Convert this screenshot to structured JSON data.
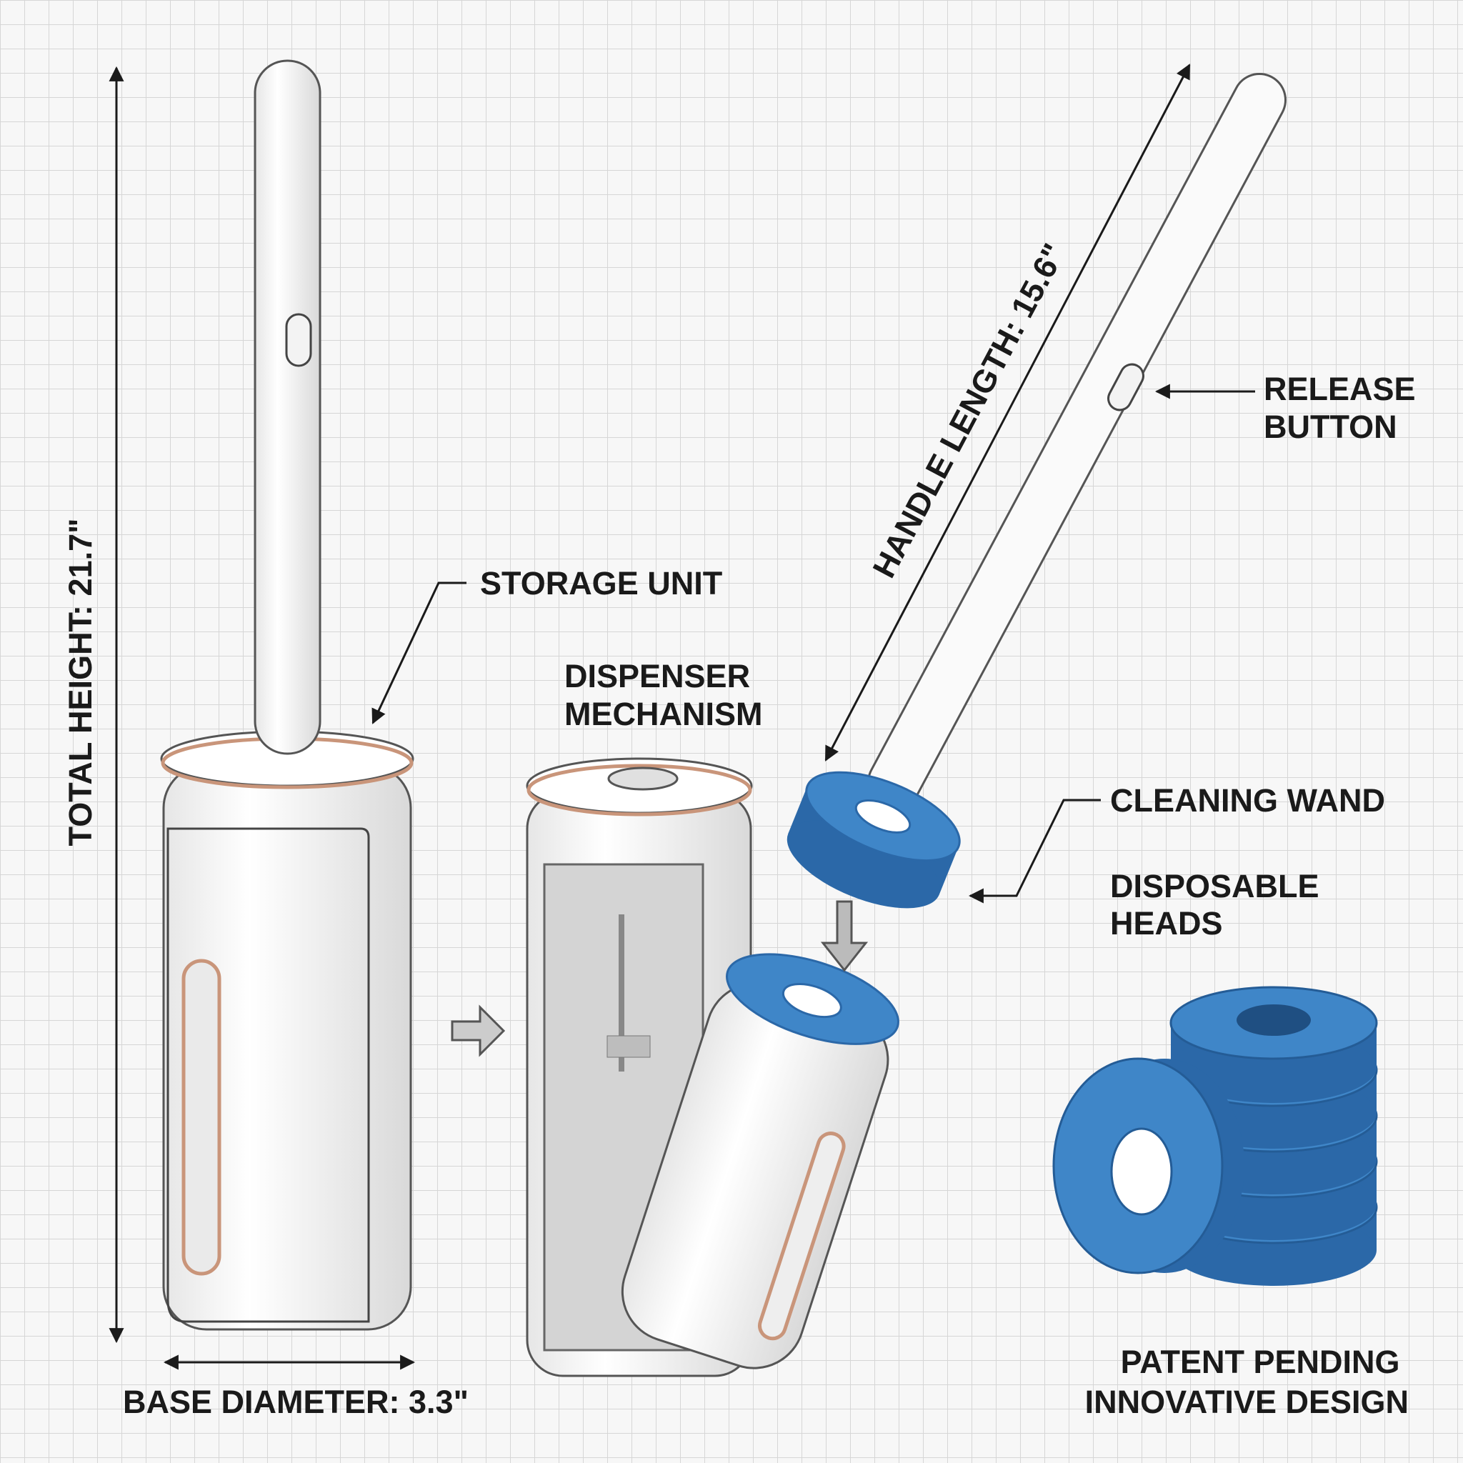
{
  "labels": {
    "total_height": "TOTAL HEIGHT: 21.7\"",
    "base_diameter": "BASE DIAMETER: 3.3\"",
    "storage_unit": "STORAGE UNIT",
    "dispenser_line1": "DISPENSER",
    "dispenser_line2": "MECHANISM",
    "handle_length": "HANDLE LENGTH: 15.6\"",
    "release_line1": "RELEASE",
    "release_line2": "BUTTON",
    "cleaning_wand": "CLEANING WAND",
    "disposable_line1": "DISPOSABLE",
    "disposable_line2": "HEADS",
    "patent_line1": "PATENT PENDING",
    "patent_line2": "INNOVATIVE DESIGN"
  },
  "colors": {
    "sponge_blue": "#3f86c8",
    "sponge_dark": "#2b68a8",
    "copper_trim": "#c9957a",
    "grid": "#d6d6d6"
  }
}
